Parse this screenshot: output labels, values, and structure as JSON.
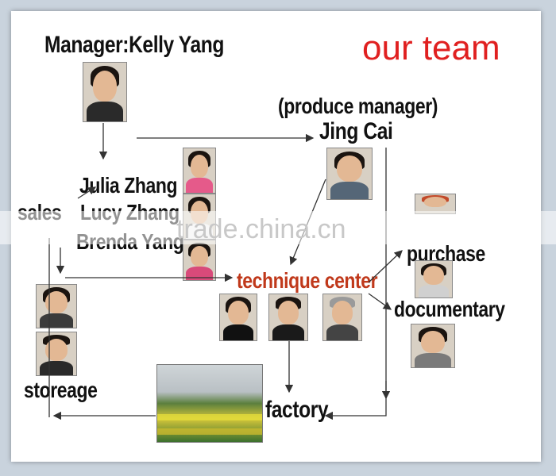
{
  "title": "our team",
  "manager": "Manager:Kelly Yang",
  "produce_manager_role": "(produce manager)",
  "produce_manager_name": "Jing Cai",
  "sales": [
    "Julia Zhang",
    "Lucy Zhang",
    "Brenda Yang"
  ],
  "sales_label": "sales",
  "technique_center": "technique center",
  "purchase": "purchase",
  "documentary": "documentary",
  "storeage": "storeage",
  "factory": "factory",
  "watermark": "trade.china.cn",
  "colors": {
    "title": "#e02020",
    "technique_center": "#c0391b",
    "arrow": "#333333"
  }
}
